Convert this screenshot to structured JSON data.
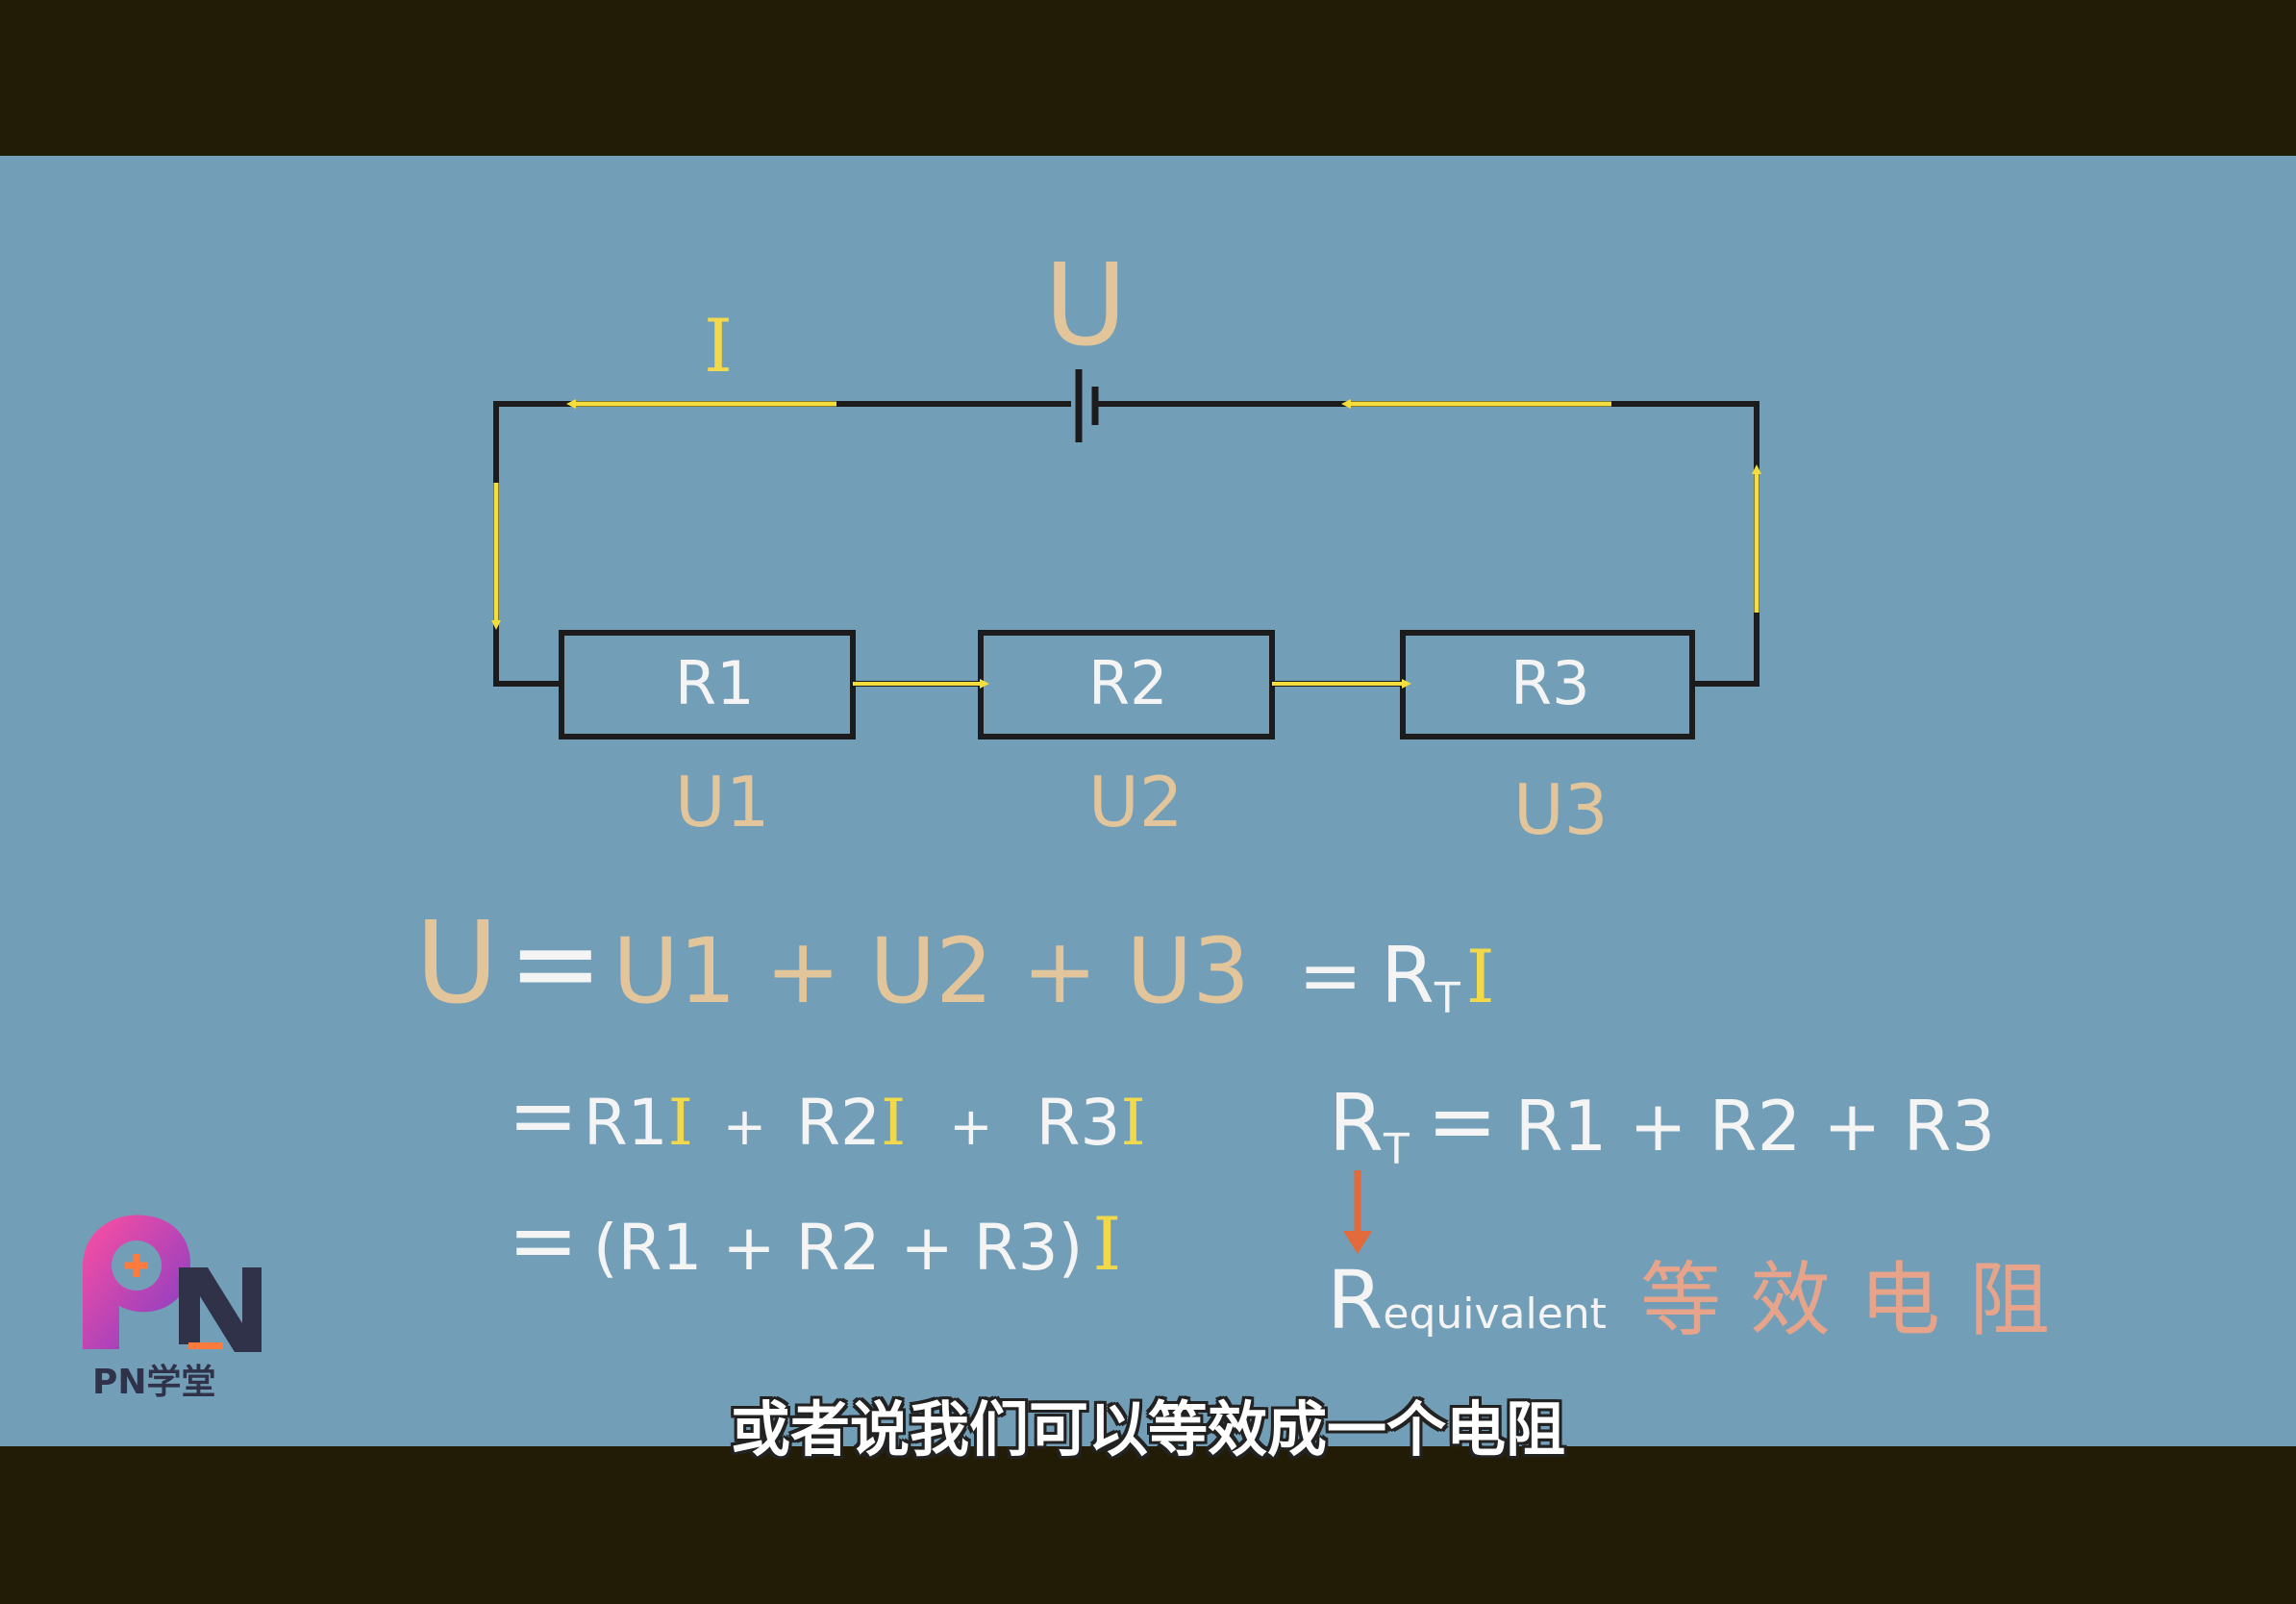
{
  "circuit": {
    "source_label": "U",
    "current_label": "I",
    "resistors": [
      {
        "name": "R1",
        "voltage": "U1"
      },
      {
        "name": "R2",
        "voltage": "U2"
      },
      {
        "name": "R3",
        "voltage": "U3"
      }
    ],
    "colors": {
      "wire": "#1c1c1c",
      "arrow": "#f4dd3c",
      "label": "#e3c59b"
    }
  },
  "equations": {
    "line1": {
      "u": "U",
      "eq1": "=",
      "sum": "U1 + U2 + U3",
      "eq2": "=",
      "r": "R",
      "t": "T",
      "i": "I"
    },
    "line2": {
      "eq": "=",
      "a": "R1",
      "ai": "I",
      "plus1": "+",
      "b": "R2",
      "bi": "I",
      "plus2": "+",
      "c": "R3",
      "ci": "I"
    },
    "line3": {
      "eq": "=",
      "expr": "(R1 + R2 + R3)",
      "i": "I"
    },
    "rt": {
      "r": "R",
      "t": "T",
      "eq": "=",
      "expr": "R1 + R2 + R3"
    },
    "req": {
      "r": "R",
      "rest": "equivalent"
    },
    "cjk_label": "等效电阻"
  },
  "subtitle": "或者说我们可以等效成一个电阻",
  "logo": {
    "text": "PN学堂",
    "colors": {
      "gradient_start": "#ff4fa0",
      "gradient_end": "#7b3cc8",
      "accent": "#ff7a3d",
      "dark": "#30324a"
    }
  }
}
